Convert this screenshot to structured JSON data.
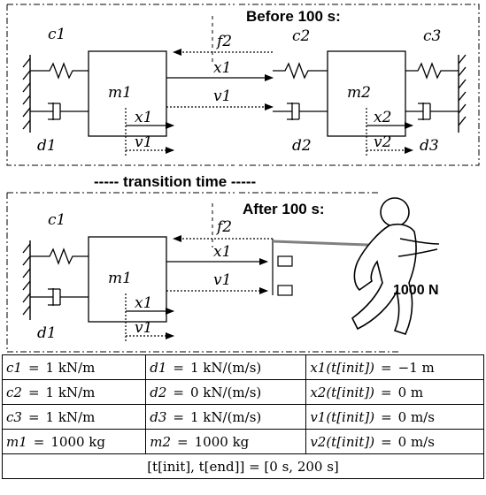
{
  "labels": {
    "before": "Before 100 s:",
    "transition": "----- transition time -----",
    "after": "After 100 s:",
    "force": "1000 N"
  },
  "symbols": {
    "c1": "c1",
    "c2": "c2",
    "c3": "c3",
    "d1": "d1",
    "d2": "d2",
    "d3": "d3",
    "m1": "m1",
    "m2": "m2",
    "f2": "f2",
    "x1": "x1",
    "x2": "x2",
    "v1": "v1",
    "v2": "v2"
  },
  "table": {
    "rows": [
      [
        {
          "sym": "c1",
          "val": "1 kN/m"
        },
        {
          "sym": "d1",
          "val": "1 kN/(m/s)"
        },
        {
          "sym": "x1(t[init])",
          "val": "−1 m"
        }
      ],
      [
        {
          "sym": "c2",
          "val": "1 kN/m"
        },
        {
          "sym": "d2",
          "val": "0 kN/(m/s)"
        },
        {
          "sym": "x2(t[init])",
          "val": "0 m"
        }
      ],
      [
        {
          "sym": "c3",
          "val": "1 kN/m"
        },
        {
          "sym": "d3",
          "val": "1 kN/(m/s)"
        },
        {
          "sym": "v1(t[init])",
          "val": "0 m/s"
        }
      ],
      [
        {
          "sym": "m1",
          "val": "1000 kg"
        },
        {
          "sym": "m2",
          "val": "1000 kg"
        },
        {
          "sym": "v2(t[init])",
          "val": "0 m/s"
        }
      ]
    ],
    "time_span": "[t[init], t[end]] = [0 s, 200 s]"
  }
}
